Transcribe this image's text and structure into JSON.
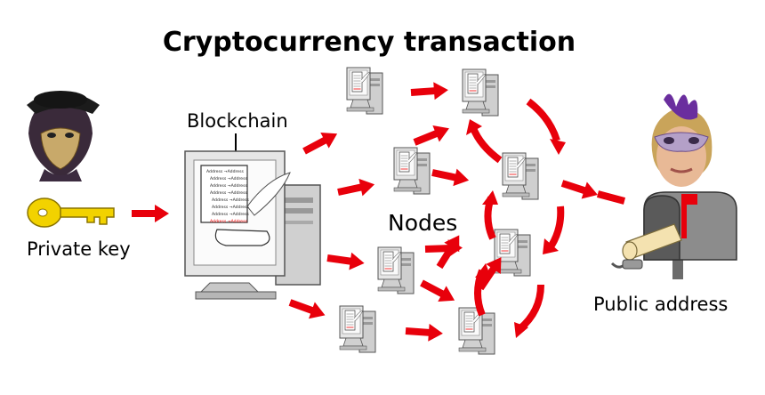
{
  "title": "Cryptocurrency transaction",
  "labels": {
    "blockchain": "Blockchain",
    "nodes": "Nodes",
    "private_key": "Private key",
    "public_address": "Public address"
  },
  "ledger_entry": "Address →Address",
  "colors": {
    "arrow": "#e8000b",
    "key": "#f2d200",
    "monitor": "#d4d4d4",
    "mailbox": "#7a7a7a",
    "flag": "#e8000b"
  },
  "icons": [
    "masked-person-icon",
    "masked-woman-icon",
    "key-icon",
    "computer-icon",
    "mailbox-icon"
  ]
}
